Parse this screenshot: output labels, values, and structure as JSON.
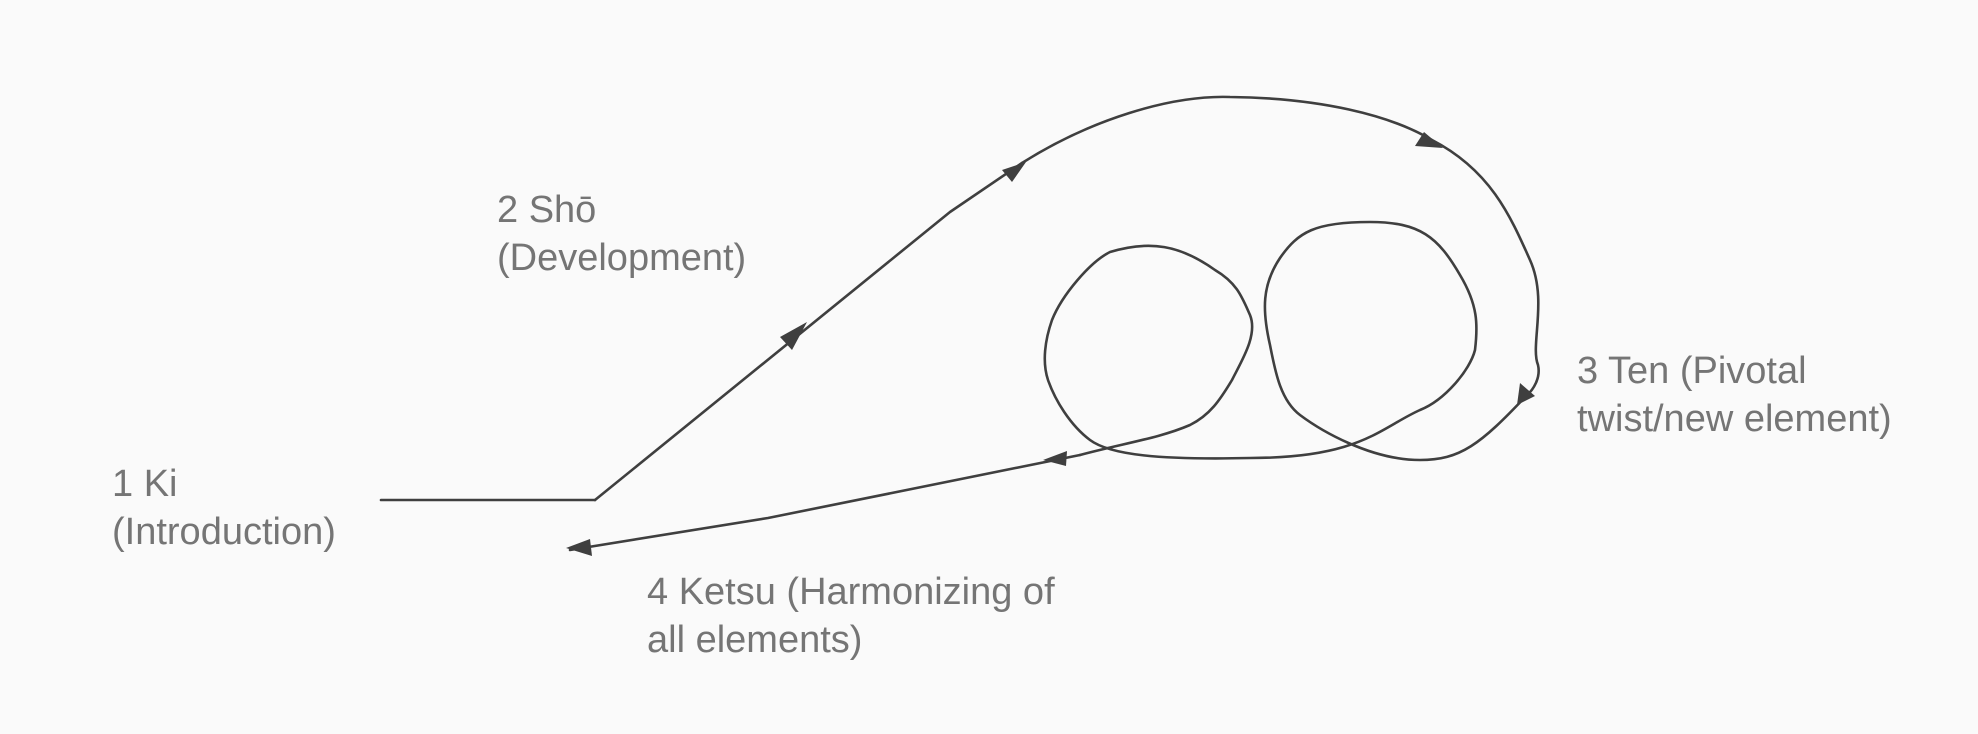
{
  "stages": [
    {
      "id": "ki",
      "lines": [
        "1 Ki",
        "(Introduction)"
      ]
    },
    {
      "id": "sho",
      "lines": [
        "2 Shō",
        "(Development)"
      ]
    },
    {
      "id": "ten",
      "lines": [
        "3 Ten (Pivotal",
        "twist/new element)"
      ]
    },
    {
      "id": "ketsu",
      "lines": [
        "4 Ketsu (Harmonizing of",
        "all elements)"
      ]
    }
  ],
  "colors": {
    "background": "#fafafa",
    "text": "#757575",
    "stroke": "#3f3f3f"
  }
}
